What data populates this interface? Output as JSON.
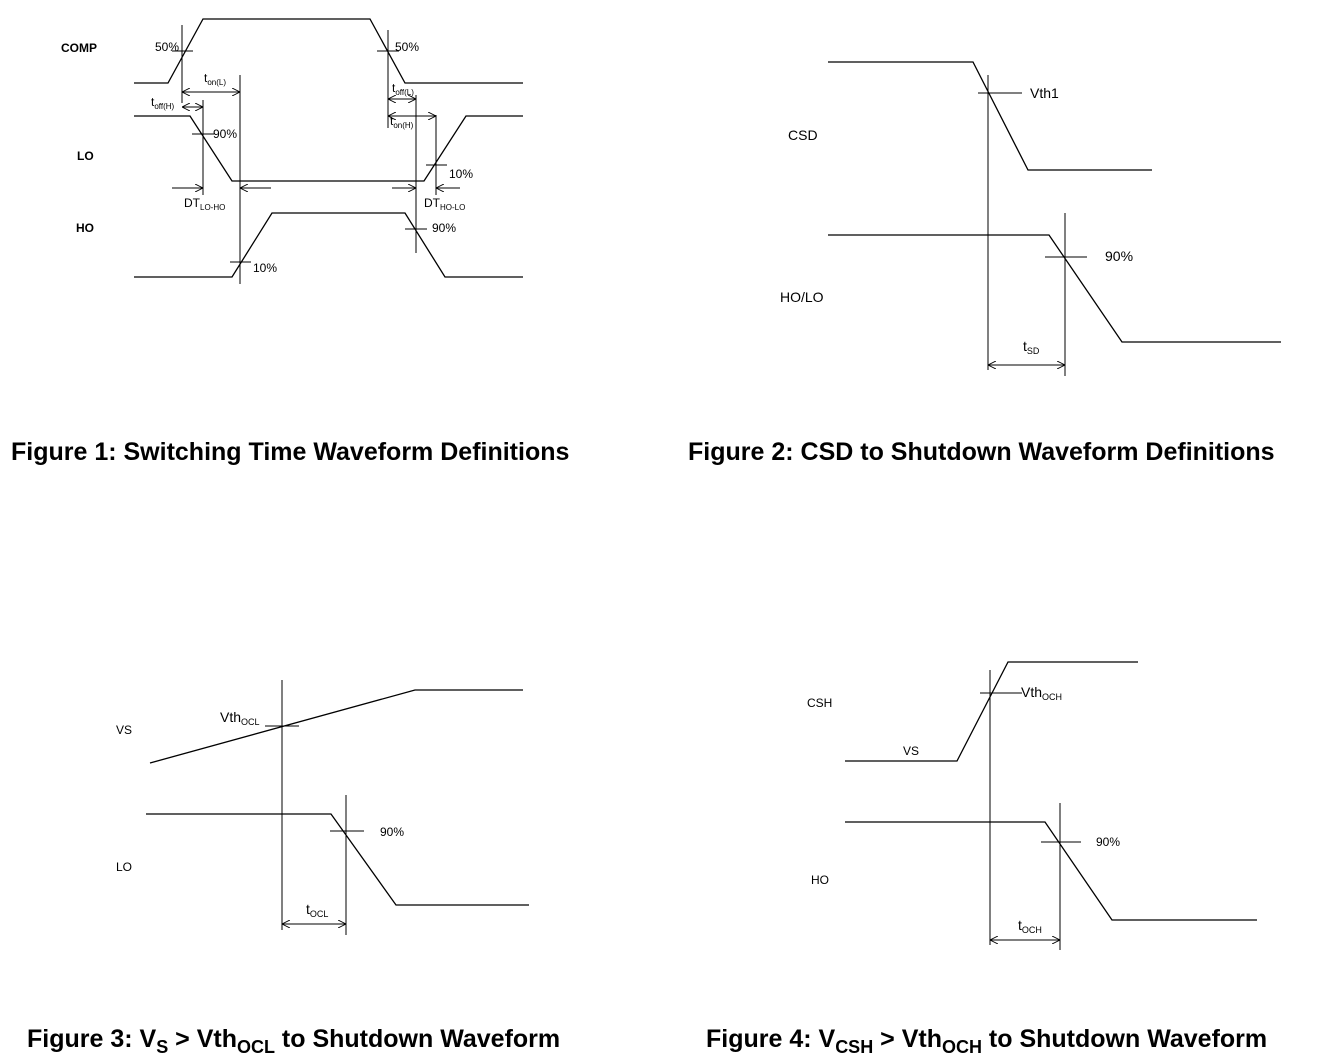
{
  "fig1": {
    "caption": "Figure 1: Switching Time Waveform Definitions",
    "signals": {
      "comp": "COMP",
      "lo": "LO",
      "ho": "HO"
    },
    "pct_comp_left": "50%",
    "pct_comp_right": "50%",
    "pct_lo_fall": "90%",
    "pct_lo_rise": "10%",
    "pct_ho_rise": "10%",
    "pct_ho_fall": "90%",
    "t_on_l": {
      "main": "t",
      "sub": "on(L)"
    },
    "t_off_h": {
      "main": "t",
      "sub": "off(H)"
    },
    "t_off_l": {
      "main": "t",
      "sub": "off(L)"
    },
    "t_on_h": {
      "main": "t",
      "sub": "on(H)"
    },
    "dt_lo_ho": {
      "main": "DT",
      "sub": "LO-HO"
    },
    "dt_ho_lo": {
      "main": "DT",
      "sub": "HO-LO"
    }
  },
  "fig2": {
    "caption": "Figure 2: CSD to Shutdown Waveform Definitions",
    "signals": {
      "csd": "CSD",
      "holo": "HO/LO"
    },
    "vth1": "Vth1",
    "pct": "90%",
    "t_sd": {
      "main": "t",
      "sub": "SD"
    }
  },
  "fig3": {
    "caption": {
      "a": "Figure 3: V",
      "a_sub": "S",
      "b": " > Vth",
      "b_sub": "OCL",
      "c": " to Shutdown Waveform"
    },
    "signals": {
      "vs": "VS",
      "lo": "LO"
    },
    "vth": {
      "main": "Vth",
      "sub": "OCL"
    },
    "pct": "90%",
    "t_ocl": {
      "main": "t",
      "sub": "OCL"
    }
  },
  "fig4": {
    "caption": {
      "a": "Figure 4: V",
      "a_sub": "CSH",
      "b": " > Vth",
      "b_sub": "OCH",
      "c": " to Shutdown Waveform"
    },
    "signals": {
      "csh": "CSH",
      "vs": "VS",
      "ho": "HO"
    },
    "vth": {
      "main": "Vth",
      "sub": "OCH"
    },
    "pct": "90%",
    "t_och": {
      "main": "t",
      "sub": "OCH"
    }
  }
}
